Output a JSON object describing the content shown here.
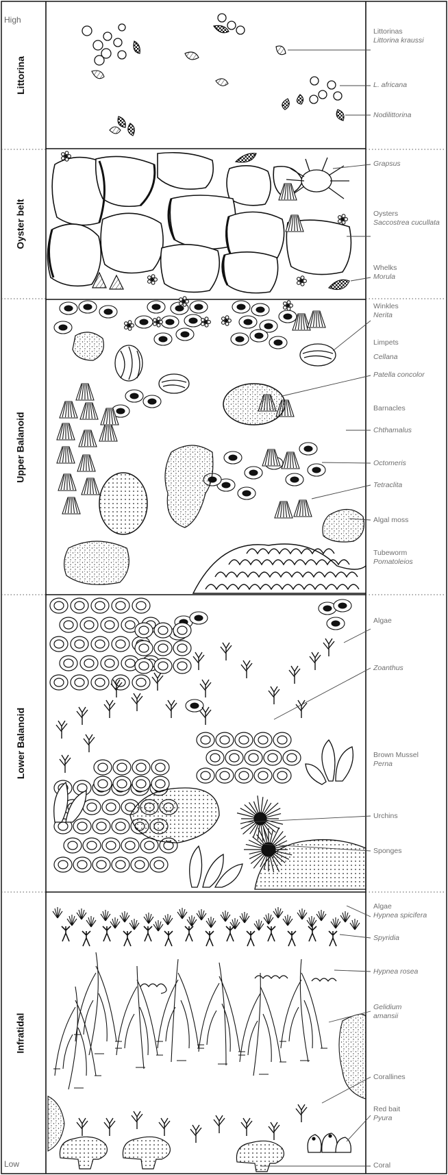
{
  "levels": {
    "high": "High",
    "low": "Low"
  },
  "zones": [
    {
      "name": "Littorina"
    },
    {
      "name": "Oyster belt"
    },
    {
      "name": "Upper Balanoid"
    },
    {
      "name": "Lower Balanoid"
    },
    {
      "name": "Infratidal"
    }
  ],
  "labels": [
    {
      "common": "Littorinas",
      "scientific": "Littorina kraussi"
    },
    {
      "common": "",
      "scientific": "L. africana"
    },
    {
      "common": "",
      "scientific": "Nodilittorina"
    },
    {
      "common": "",
      "scientific": "Grapsus"
    },
    {
      "common": "Oysters",
      "scientific": "Saccostrea cucullata"
    },
    {
      "common": "Whelks",
      "scientific": "Morula"
    },
    {
      "common": "Winkles",
      "scientific": "Nerita"
    },
    {
      "common": "Limpets",
      "scientific": ""
    },
    {
      "common": "",
      "scientific": "Cellana"
    },
    {
      "common": "",
      "scientific": "Patella concolor"
    },
    {
      "common": "Barnacles",
      "scientific": ""
    },
    {
      "common": "",
      "scientific": "Chthamalus"
    },
    {
      "common": "",
      "scientific": "Octomeris"
    },
    {
      "common": "",
      "scientific": "Tetraclita"
    },
    {
      "common": "Algal moss",
      "scientific": ""
    },
    {
      "common": "Tubeworm",
      "scientific": "Pomatoleios"
    },
    {
      "common": "Algae",
      "scientific": ""
    },
    {
      "common": "",
      "scientific": "Zoanthus"
    },
    {
      "common": "Brown Mussel",
      "scientific": "Perna"
    },
    {
      "common": "Urchins",
      "scientific": ""
    },
    {
      "common": "Sponges",
      "scientific": ""
    },
    {
      "common": "Algae",
      "scientific": "Hypnea spicifera"
    },
    {
      "common": "",
      "scientific": "Spyridia"
    },
    {
      "common": "",
      "scientific": "Hypnea rosea"
    },
    {
      "common": "",
      "scientific": "Gelidium amansii"
    },
    {
      "common": "Corallines",
      "scientific": ""
    },
    {
      "common": "Red bait",
      "scientific": "Pyura"
    },
    {
      "common": "Coral",
      "scientific": ""
    }
  ],
  "colors": {
    "line": "#111111",
    "label": "#6f6f6f",
    "leader": "#444444"
  }
}
